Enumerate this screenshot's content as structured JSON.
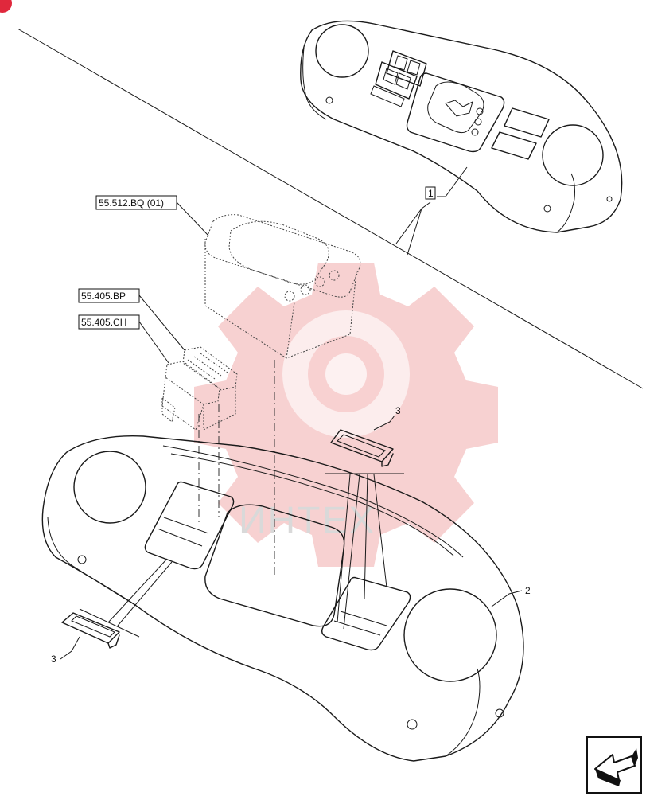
{
  "diagram": {
    "callouts": {
      "ref_cluster": "55.512.BQ (01)",
      "ref_switch_bp": "55.405.BP",
      "ref_switch_ch": "55.405.CH",
      "item_1": "1",
      "item_2": "2",
      "item_3_upper": "3",
      "item_3_lower": "3"
    },
    "watermark_text": "ИНТЕХ",
    "watermark_color": "#f6c9c9",
    "corner_badge_color": "#e0283c",
    "nav_icon": "next-page-arrow-icon"
  }
}
